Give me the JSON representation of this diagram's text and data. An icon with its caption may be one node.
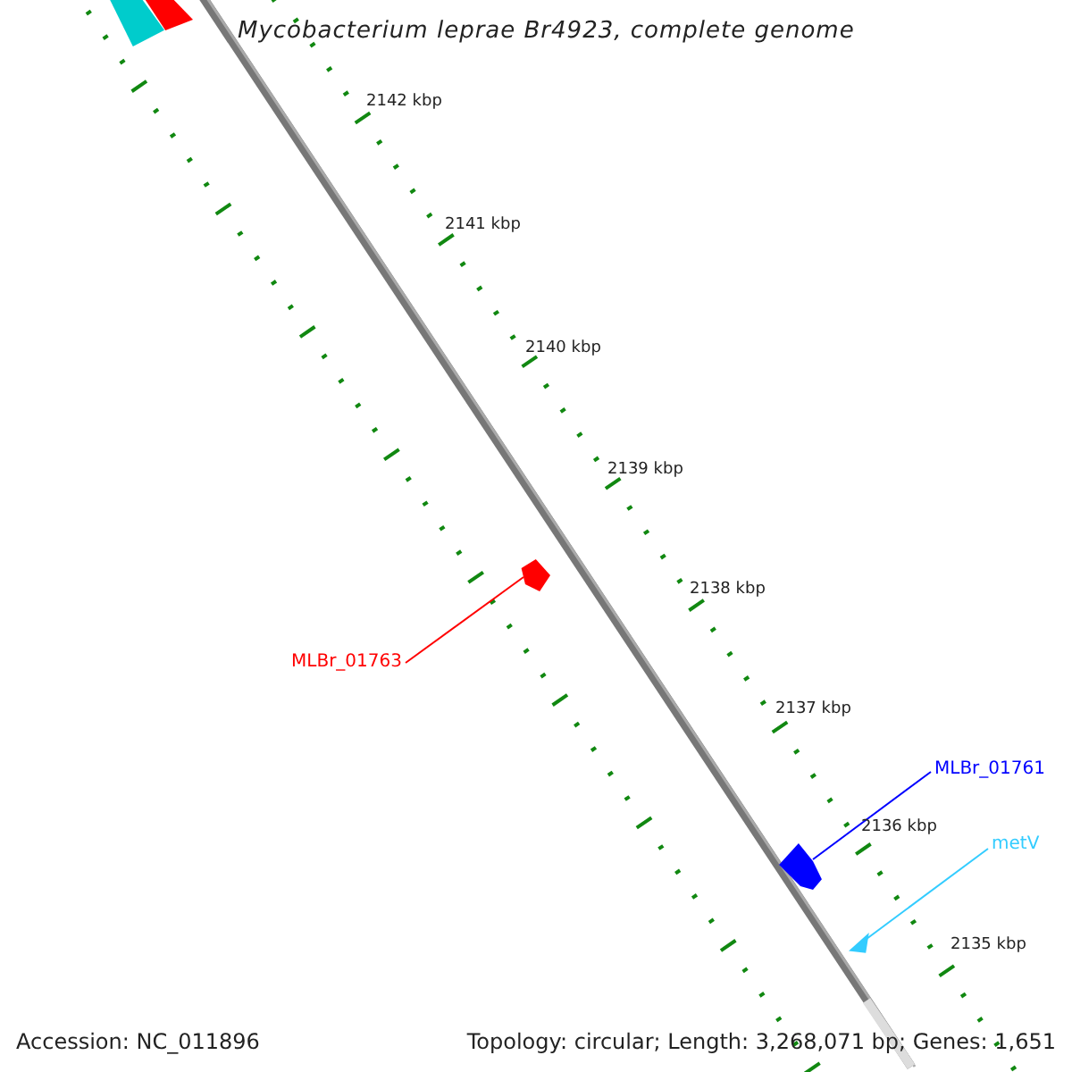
{
  "diagram": {
    "title": "Mycobacterium leprae Br4923, complete genome",
    "nodes": [
      {
        "text": [],
        "shape": "bar"
      },
      {
        "text": [],
        "shape": "bar"
      },
      {
        "text": [
          "MLBr_01763"
        ]
      },
      {
        "text": [],
        "shape": "pentagon"
      },
      {
        "text": [
          "MLBr_01761"
        ]
      },
      {
        "text": [],
        "shape": "arrow"
      },
      {
        "text": [
          "metV"
        ]
      },
      {
        "text": [],
        "shape": "triangle"
      }
    ],
    "edges": [
      {
        "from": 2,
        "to": 3,
        "arrow": "none",
        "color": "#ff0000"
      },
      {
        "from": 4,
        "to": 5,
        "arrow": "none",
        "color": "#0000ff"
      },
      {
        "from": 6,
        "to": 7,
        "arrow": "none",
        "color": "#33ccff"
      }
    ],
    "labels": [
      "2142 kbp",
      "2141 kbp",
      "2140 kbp",
      "2139 kbp",
      "2138 kbp",
      "2137 kbp",
      "2136 kbp",
      "2135 kbp",
      "Accession: NC_011896",
      "Topology: circular; Length: 3,268,071 bp; Genes: 1,651"
    ]
  }
}
